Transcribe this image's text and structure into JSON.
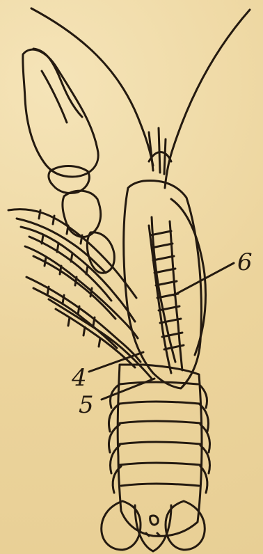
{
  "figure": {
    "labels": [
      {
        "id": "label-6",
        "text": "6"
      },
      {
        "id": "label-4",
        "text": "4"
      },
      {
        "id": "label-5",
        "text": "5"
      }
    ]
  }
}
